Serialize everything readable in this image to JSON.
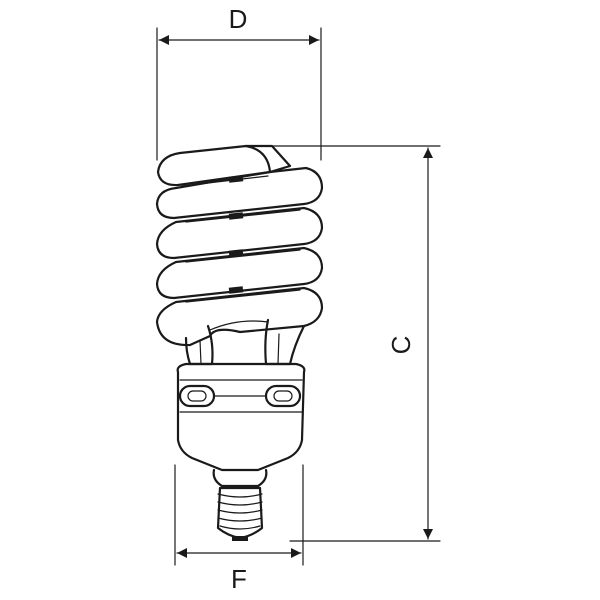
{
  "dimensions": {
    "width_top": {
      "label": "D"
    },
    "height": {
      "label": "C"
    },
    "width_base": {
      "label": "F"
    }
  },
  "colors": {
    "line": "#1a1a1a",
    "background": "#ffffff"
  },
  "parts": {
    "spiral_tube": "spiral-tube",
    "ballast_housing": "ballast-housing",
    "screw_base": "screw-base"
  }
}
